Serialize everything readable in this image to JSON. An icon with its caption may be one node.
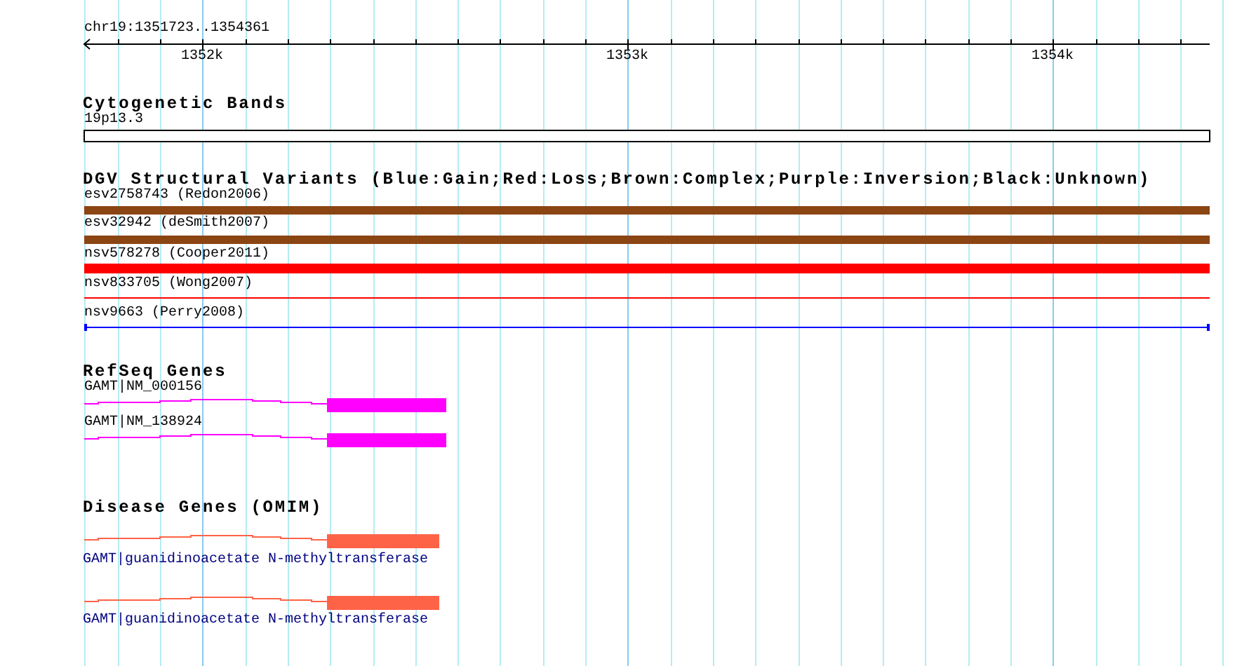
{
  "diagram": {
    "labels": [
      "chr19:1351723..1354361",
      "1352k",
      "1353k",
      "1354k",
      "Cytogenetic Bands",
      "19p13.3",
      "DGV Structural Variants (Blue:Gain;Red:Loss;Brown:Complex;Purple:Inversion;Black:Unknown)",
      "esv2758743 (Redon2006)",
      "esv32942 (deSmith2007)",
      "nsv578278 (Cooper2011)",
      "nsv833705 (Wong2007)",
      "nsv9663 (Perry2008)",
      "RefSeq Genes",
      "GAMT|NM_000156",
      "GAMT|NM_138924",
      "Disease Genes (OMIM)",
      "GAMT|guanidinoacetate N-methyltransferase",
      "GAMT|guanidinoacetate N-methyltransferase"
    ]
  }
}
